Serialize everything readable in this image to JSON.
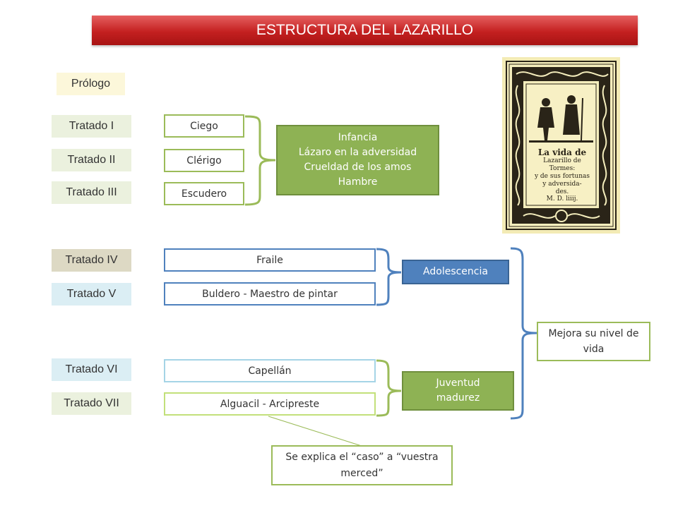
{
  "title": "ESTRUCTURA DEL LAZARILLO",
  "prologo": "Prólogo",
  "tratados": [
    "Tratado I",
    "Tratado II",
    "Tratado III",
    "Tratado IV",
    "Tratado V",
    "Tratado VI",
    "Tratado VII"
  ],
  "personajes": [
    "Ciego",
    "Clérigo",
    "Escudero",
    "Fraile",
    "Buldero - Maestro de pintar",
    "Capellán",
    "Alguacil - Arcipreste"
  ],
  "etapas": {
    "infancia": [
      "Infancia",
      "Lázaro en la adversidad",
      "Crueldad de los amos",
      "Hambre"
    ],
    "adolescencia": "Adolescencia",
    "juventud": [
      "Juventud",
      "madurez"
    ]
  },
  "mejora": [
    "Mejora su nivel de",
    "vida"
  ],
  "caso": [
    "Se explica el “caso” a “vuestra",
    "merced”"
  ],
  "woodcut_text": [
    "La vida de",
    "Lazarillo de Tormes:",
    "y de sus fortunas",
    "y adversida-",
    "des.",
    "M. D. liiij."
  ],
  "colors": {
    "title_red": "#c42020",
    "green": "#9bbb59",
    "blue": "#4f81bd",
    "light_blue": "#a5d4e6",
    "light_green": "#c2e07a"
  }
}
